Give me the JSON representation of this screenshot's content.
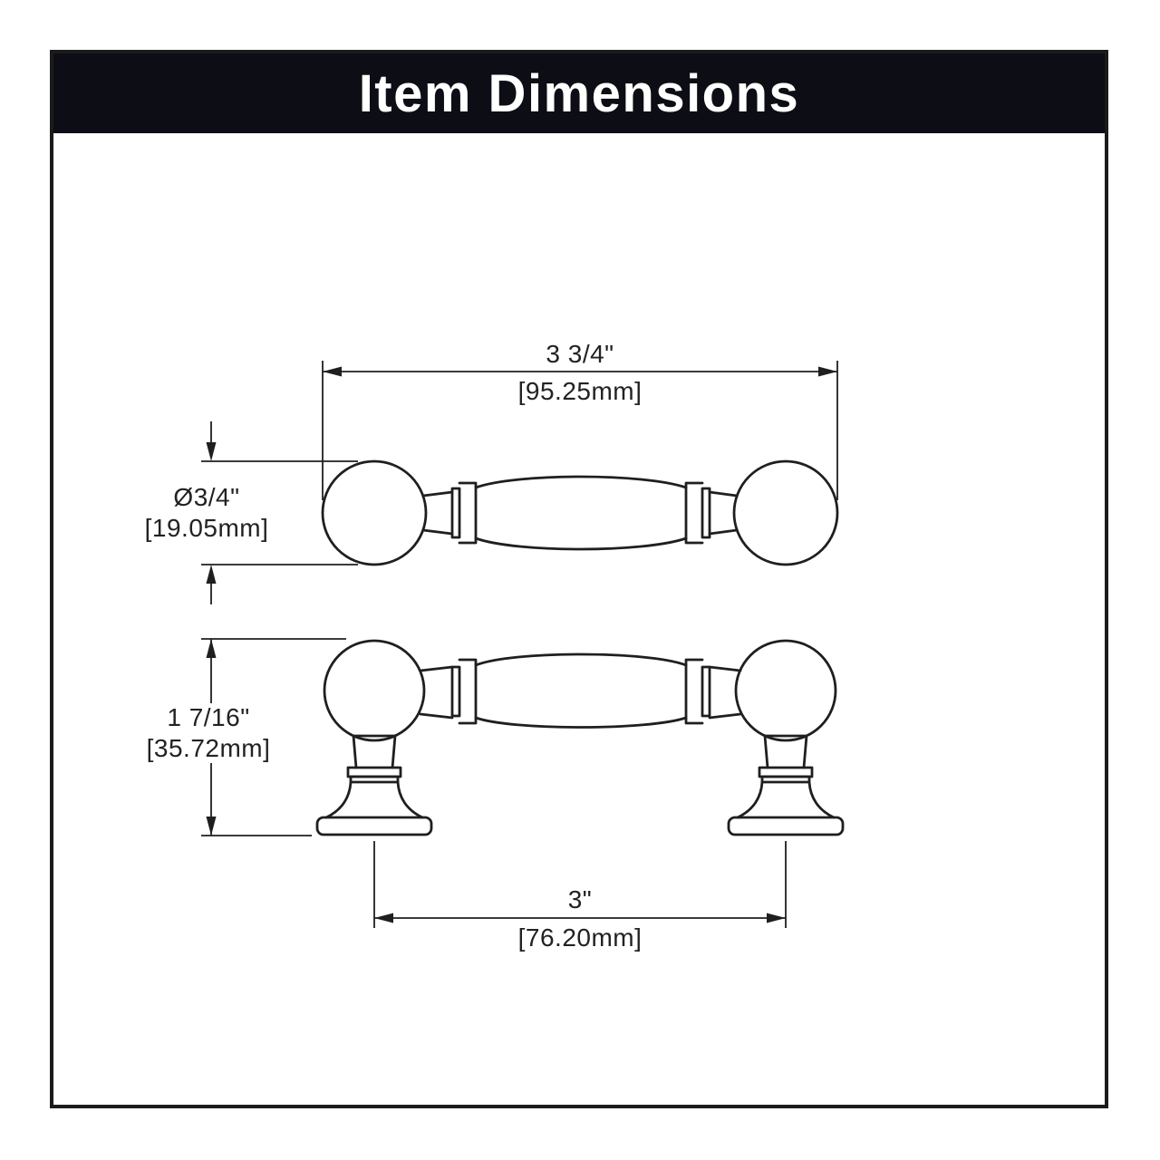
{
  "header": {
    "title": "Item Dimensions"
  },
  "dimensions": {
    "overall_length": {
      "inches": "3 3/4\"",
      "mm": "[95.25mm]"
    },
    "diameter": {
      "inches": "Ø3/4\"",
      "mm": "[19.05mm]"
    },
    "projection_height": {
      "inches": "1 7/16\"",
      "mm": "[35.72mm]"
    },
    "center_to_center": {
      "inches": "3\"",
      "mm": "[76.20mm]"
    }
  },
  "colors": {
    "header_bg": "#0d0d15",
    "line": "#1f1f1f",
    "background": "#ffffff"
  }
}
